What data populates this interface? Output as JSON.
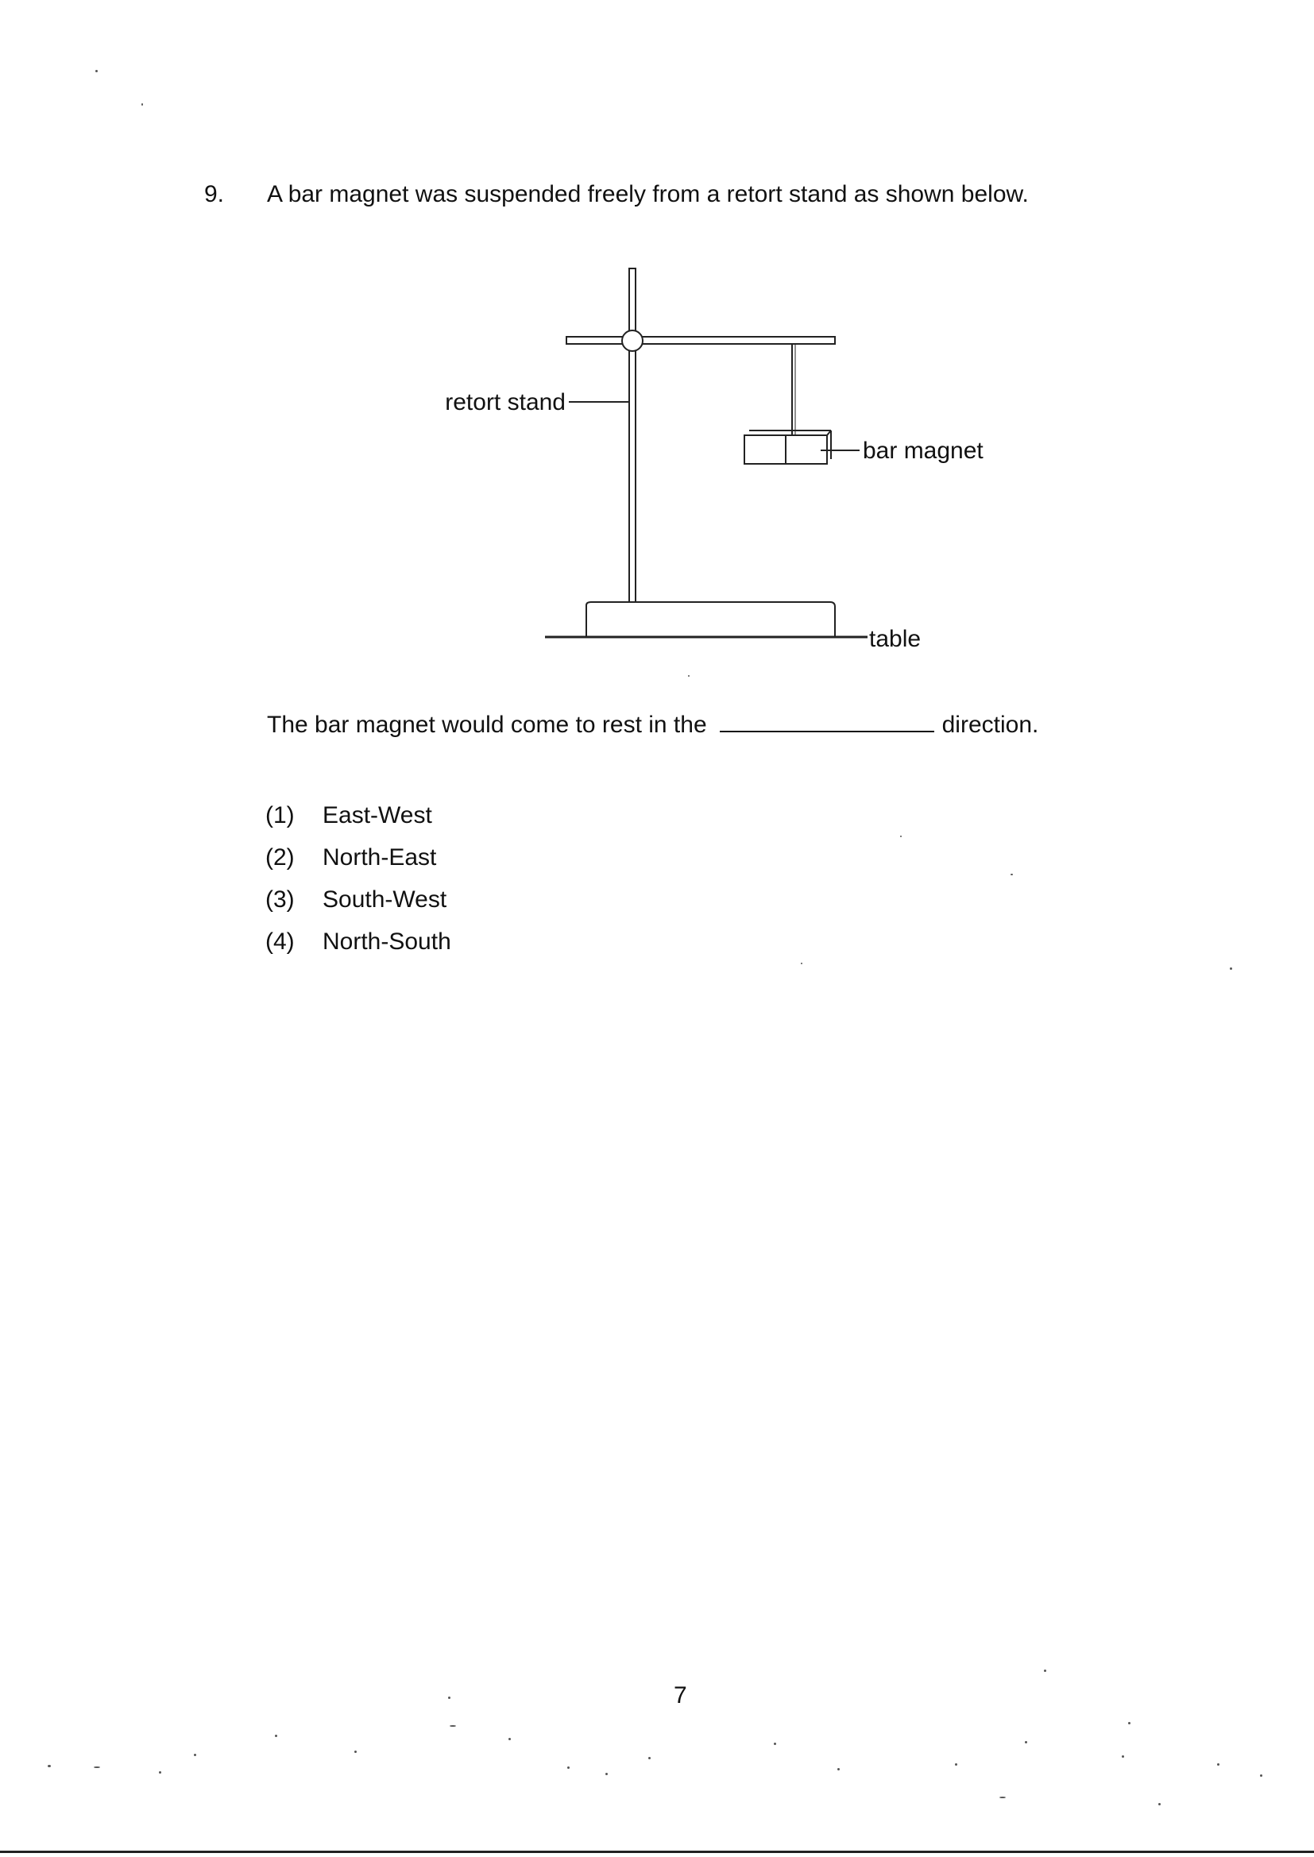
{
  "question": {
    "number": "9.",
    "text": "A bar magnet was suspended freely from a retort stand as shown below."
  },
  "diagram": {
    "labels": {
      "retort_stand": "retort stand",
      "bar_magnet": "bar magnet",
      "table": "table"
    }
  },
  "statement": {
    "before_blank": "The bar magnet would come to rest in the",
    "after_blank": "direction."
  },
  "options": [
    {
      "num": "(1)",
      "text": "East-West"
    },
    {
      "num": "(2)",
      "text": "North-East"
    },
    {
      "num": "(3)",
      "text": "South-West"
    },
    {
      "num": "(4)",
      "text": "North-South"
    }
  ],
  "page_number": "7"
}
